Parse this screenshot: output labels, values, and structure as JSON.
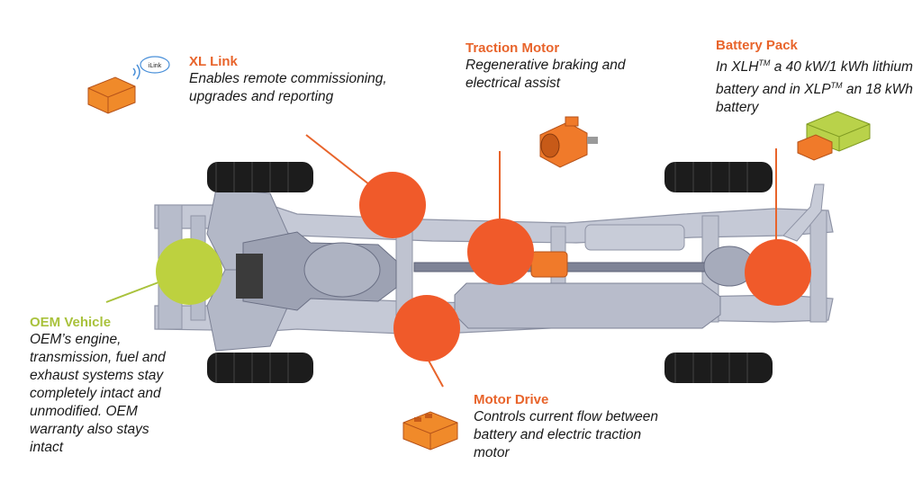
{
  "colors": {
    "accent_orange": "#e8642b",
    "accent_green": "#a9c23c",
    "marker_orange": "#f05a2a",
    "marker_green": "#bdd13f",
    "frame": "#b9bdcc",
    "tire": "#1c1c1c"
  },
  "callouts": {
    "xl_link": {
      "title": "XL Link",
      "body": "Enables remote commissioning, upgrades and reporting"
    },
    "traction_motor": {
      "title": "Traction Motor",
      "body": "Regenerative braking and electrical assist"
    },
    "battery_pack": {
      "title": "Battery Pack",
      "body_1": "In XLH",
      "tm_1": "TM",
      "body_2": " a 40 kW/1 kWh lithium battery and in XLP",
      "tm_2": "TM",
      "body_3": " an 18 kWh battery"
    },
    "oem_vehicle": {
      "title": "OEM Vehicle",
      "body": "OEM’s engine, transmission, fuel and exhaust systems stay completely intact and unmodified. OEM warranty also stays intact"
    },
    "motor_drive": {
      "title": "Motor Drive",
      "body": "Controls current flow between battery and electric traction motor"
    }
  },
  "icons": {
    "xl_link_device": "telematics-module-icon",
    "cloud_label": "iLink",
    "traction_motor": "electric-motor-icon",
    "battery_pack": "battery-pack-icon",
    "motor_drive": "inverter-icon"
  }
}
